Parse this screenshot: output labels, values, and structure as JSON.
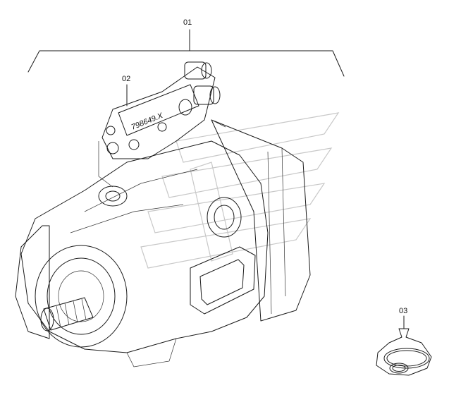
{
  "callouts": {
    "assembly": "01",
    "valve": "02",
    "oring": "03"
  },
  "part_marking": "798649.X",
  "colors": {
    "line": "#1a1a1a",
    "watermark": "#c8c8c8",
    "background": "#ffffff"
  }
}
